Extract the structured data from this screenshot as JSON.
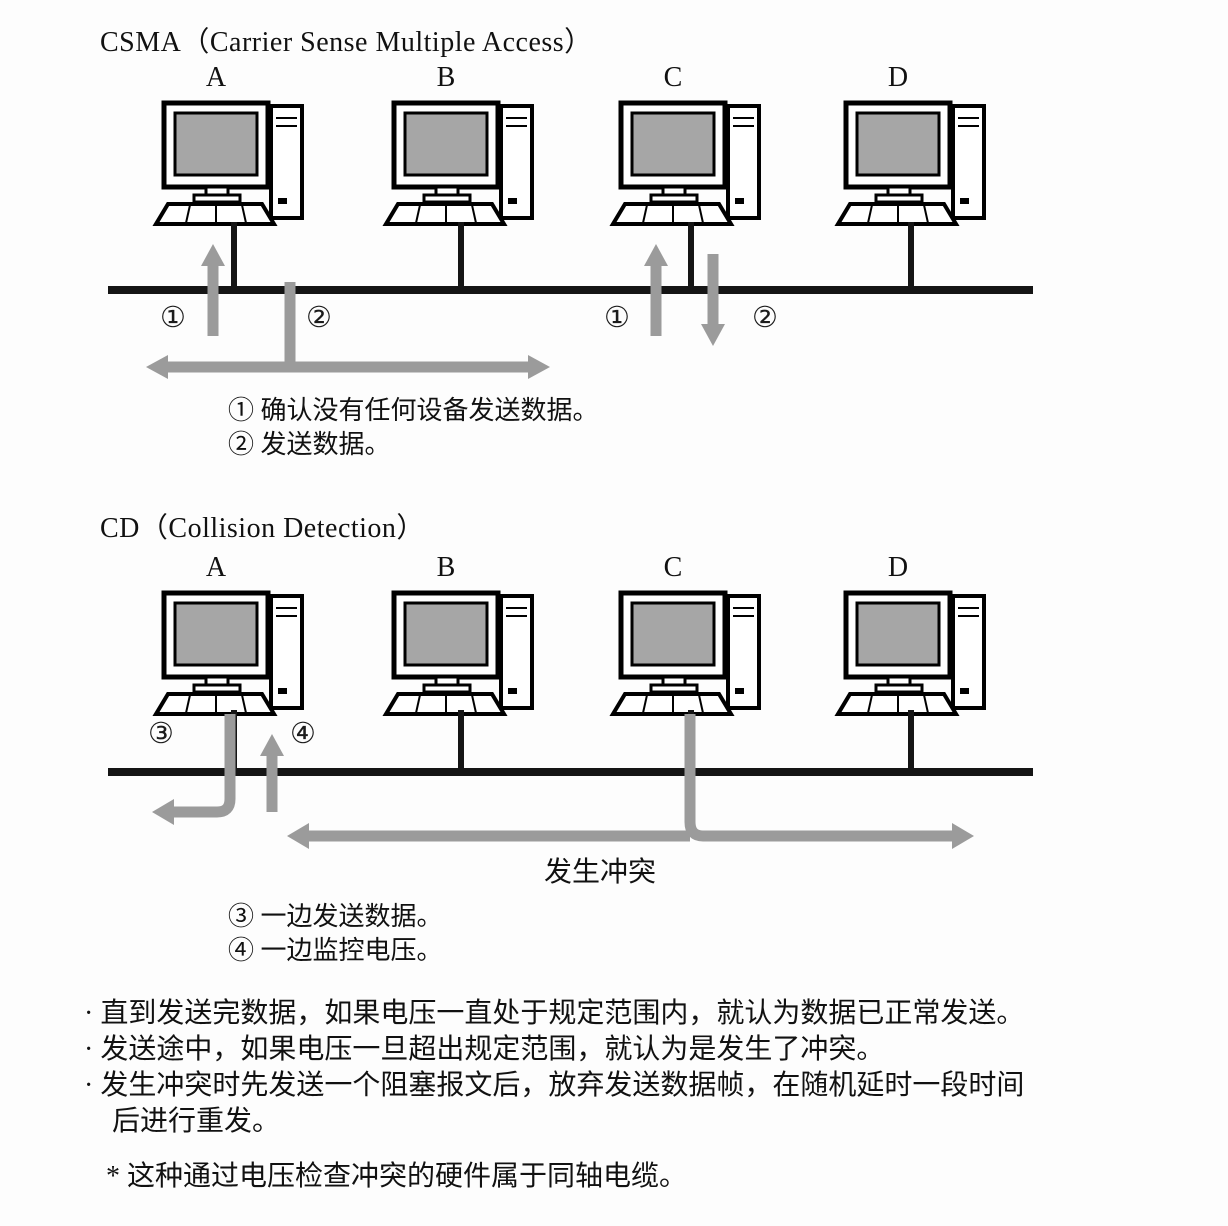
{
  "colors": {
    "arrow": "#9b9b9b",
    "bus": "#151515"
  },
  "csma": {
    "title": "CSMA（Carrier Sense Multiple Access）",
    "stations": [
      {
        "label": "A"
      },
      {
        "label": "B"
      },
      {
        "label": "C"
      },
      {
        "label": "D"
      }
    ],
    "marks": {
      "a_sense": "①",
      "a_send": "②",
      "c_sense": "①",
      "c_receive": "②"
    },
    "captions": [
      "① 确认没有任何设备发送数据。",
      "② 发送数据。"
    ]
  },
  "cd": {
    "title": "CD（Collision Detection）",
    "stations": [
      {
        "label": "A"
      },
      {
        "label": "B"
      },
      {
        "label": "C"
      },
      {
        "label": "D"
      }
    ],
    "marks": {
      "send": "③",
      "monitor": "④"
    },
    "collision_label": "发生冲突",
    "captions": [
      "③ 一边发送数据。",
      "④ 一边监控电压。"
    ]
  },
  "notes": [
    "· 直到发送完数据，如果电压一直处于规定范围内，就认为数据已正常发送。",
    "· 发送途中，如果电压一旦超出规定范围，就认为是发生了冲突。",
    "· 发生冲突时先发送一个阻塞报文后，放弃发送数据帧，在随机延时一段时间后进行重发。"
  ],
  "footnote": "* 这种通过电压检查冲突的硬件属于同轴电缆。"
}
